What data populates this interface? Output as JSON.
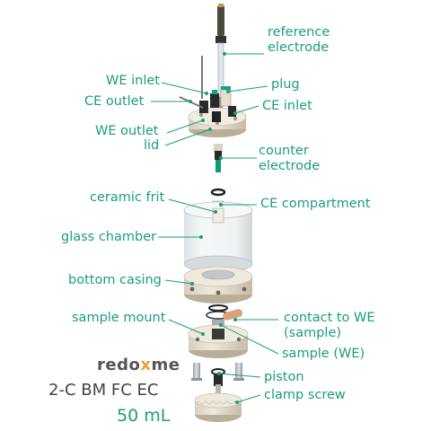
{
  "labels": {
    "reference_electrode": [
      "reference",
      "electrode"
    ],
    "we_inlet": "WE inlet",
    "plug": "plug",
    "ce_outlet": "CE outlet",
    "ce_inlet": "CE inlet",
    "we_outlet": "WE outlet",
    "lid": "lid",
    "counter_electrode": [
      "counter",
      "electrode"
    ],
    "ceramic_frit": "ceramic frit",
    "ce_compartment": "CE compartment",
    "glass_chamber": "glass chamber",
    "bottom_casing": "bottom casing",
    "sample_mount": "sample mount",
    "contact_to_we": [
      "contact to WE",
      "(sample)"
    ],
    "sample_we": "sample (WE)",
    "piston": "piston",
    "clamp_screw": "clamp screw"
  },
  "brand": {
    "prefix": "redo",
    "mark": "x",
    "suffix": "me"
  },
  "model": "2-C BM FC EC",
  "volume": "50 mL",
  "colors": {
    "accent": "#1a9e7c",
    "casing": "#e8e0d2",
    "casing_shadow": "#c9bfad",
    "metal": "#b8bcc0",
    "dark": "#2b2b2b",
    "copper": "#d9a27a"
  }
}
